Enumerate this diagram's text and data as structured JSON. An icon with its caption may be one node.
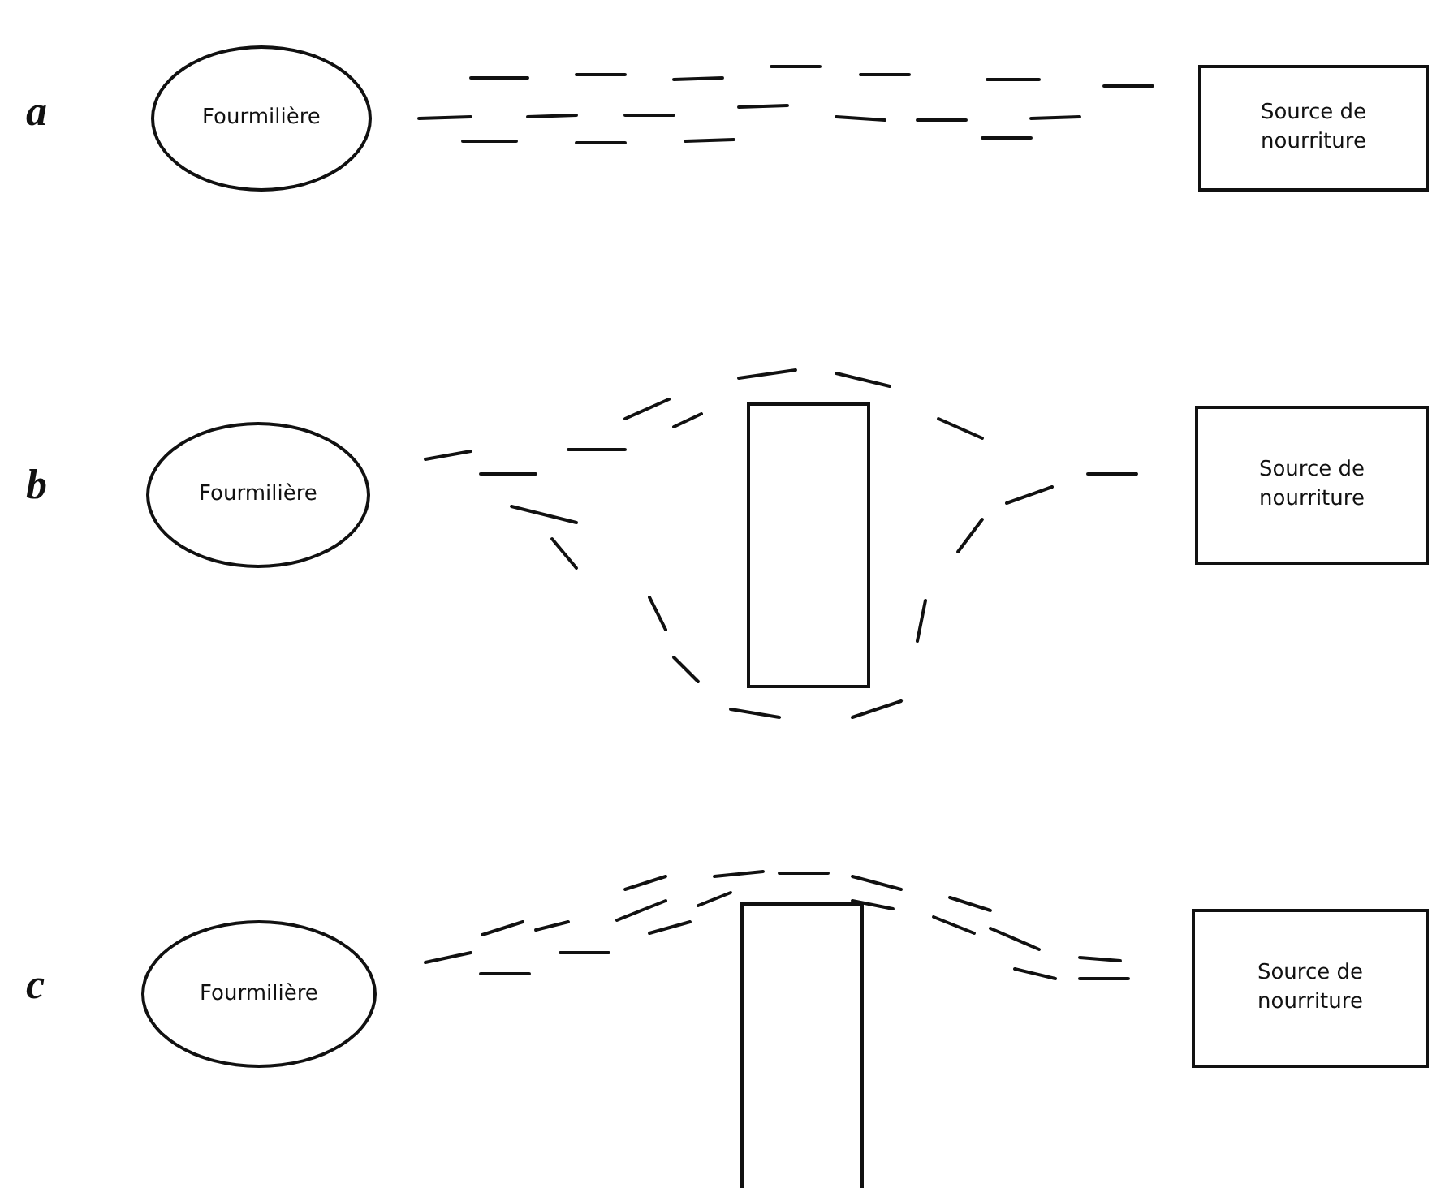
{
  "diagram": {
    "nodes": [
      {
        "text": [
          "Fourmilière"
        ]
      },
      {
        "text": [
          "Source de nourriture"
        ]
      },
      {
        "text": [
          "Fourmilière"
        ]
      },
      {
        "text": [],
        "shape": "box"
      },
      {
        "text": [
          "Source de nourriture"
        ]
      },
      {
        "text": [
          "Fourmilière"
        ]
      },
      {
        "text": [],
        "shape": "box"
      },
      {
        "text": [
          "Source de nourriture"
        ]
      }
    ],
    "labels": [
      "a",
      "b",
      "c"
    ]
  }
}
